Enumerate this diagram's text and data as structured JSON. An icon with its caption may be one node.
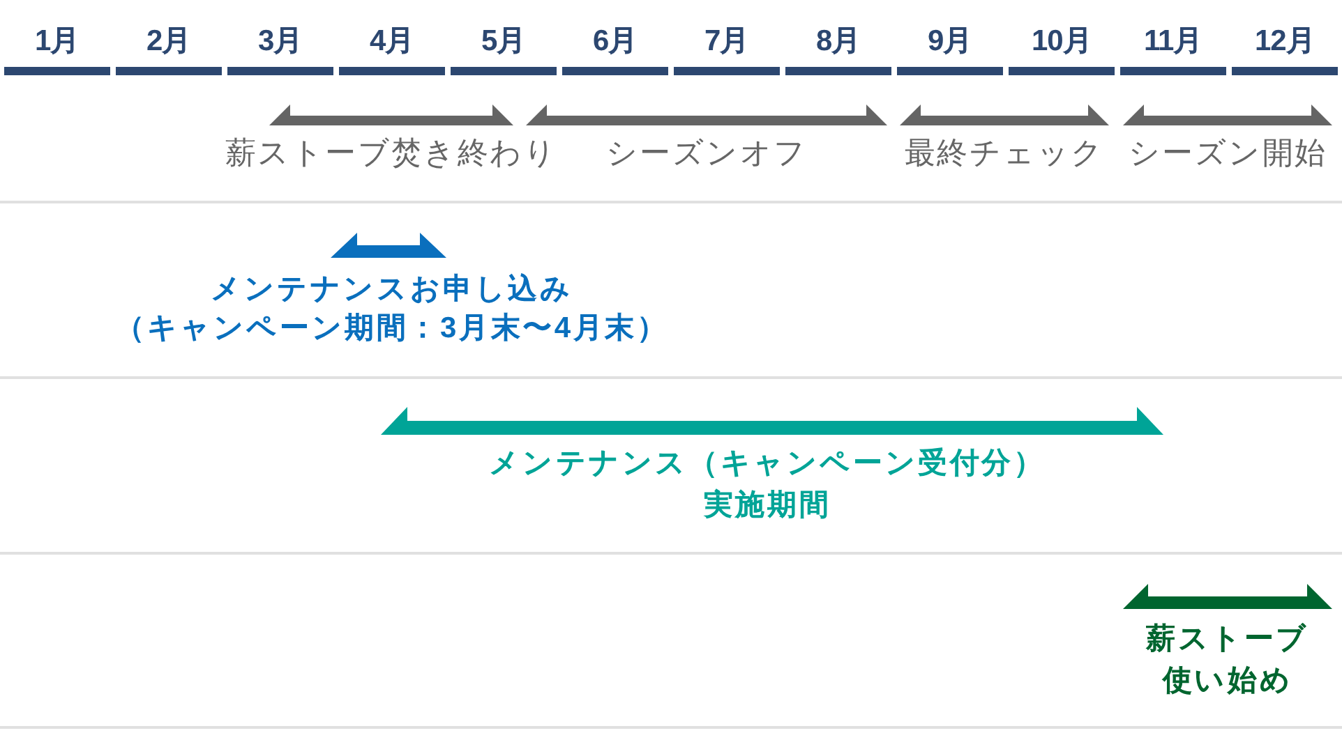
{
  "diagram": {
    "labels": [
      "1月",
      "2月",
      "3月",
      "4月",
      "5月",
      "6月",
      "7月",
      "8月",
      "9月",
      "10月",
      "11月",
      "12月",
      "薪ストーブ焚き終わり",
      "シーズンオフ",
      "最終チェック",
      "シーズン開始",
      "メンテナンスお申し込み",
      "（キャンペーン期間：3月末〜4月末）",
      "メンテナンス（キャンペーン受付分）実施期間",
      "薪ストーブ使い始め"
    ]
  }
}
